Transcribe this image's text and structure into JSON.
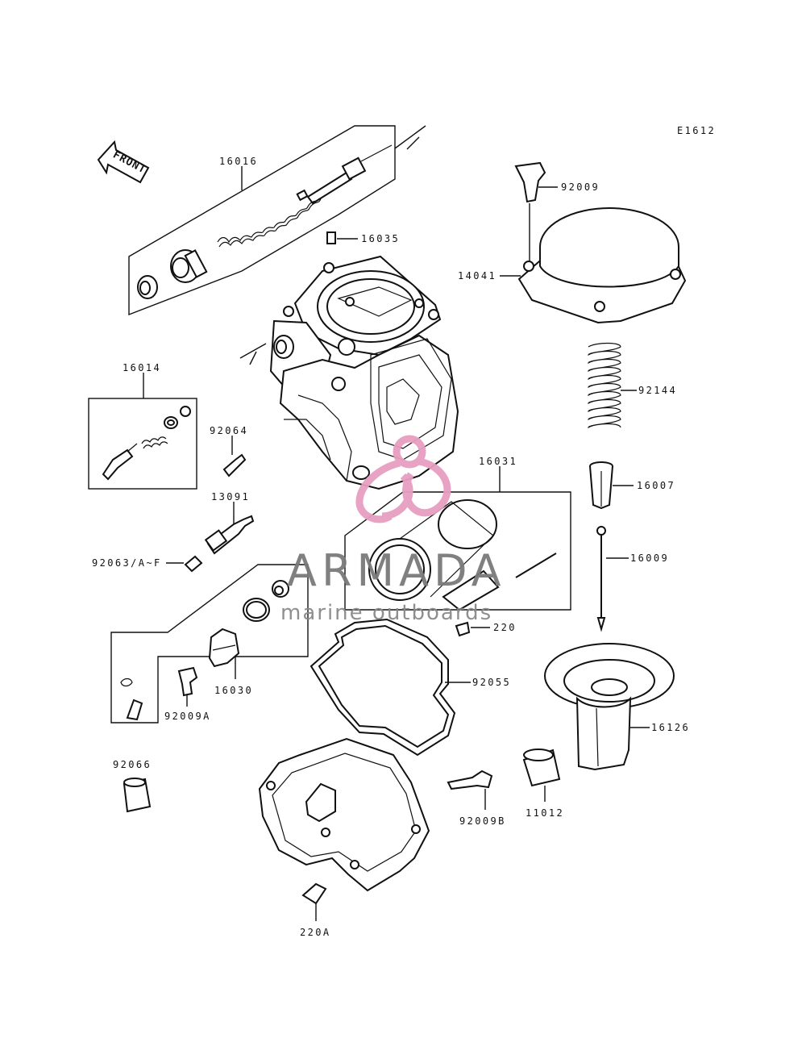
{
  "figure_code": "E1612",
  "front_label": "FRONT",
  "watermark": {
    "name": "ARMADA",
    "tagline": "marine outboards",
    "logo_color": "#e79ec0"
  },
  "labels": {
    "p16016": "16016",
    "p16035": "16035",
    "p92009": "92009",
    "p14041": "14041",
    "p16014": "16014",
    "p92144": "92144",
    "p92064": "92064",
    "p16031": "16031",
    "p16007": "16007",
    "p13091": "13091",
    "p16009": "16009",
    "p92063": "92063/A~F",
    "p220": "220",
    "p16030": "16030",
    "p92055": "92055",
    "p92009A": "92009A",
    "p16126": "16126",
    "p92066": "92066",
    "p92009B": "92009B",
    "p11012": "11012",
    "p220A": "220A"
  }
}
